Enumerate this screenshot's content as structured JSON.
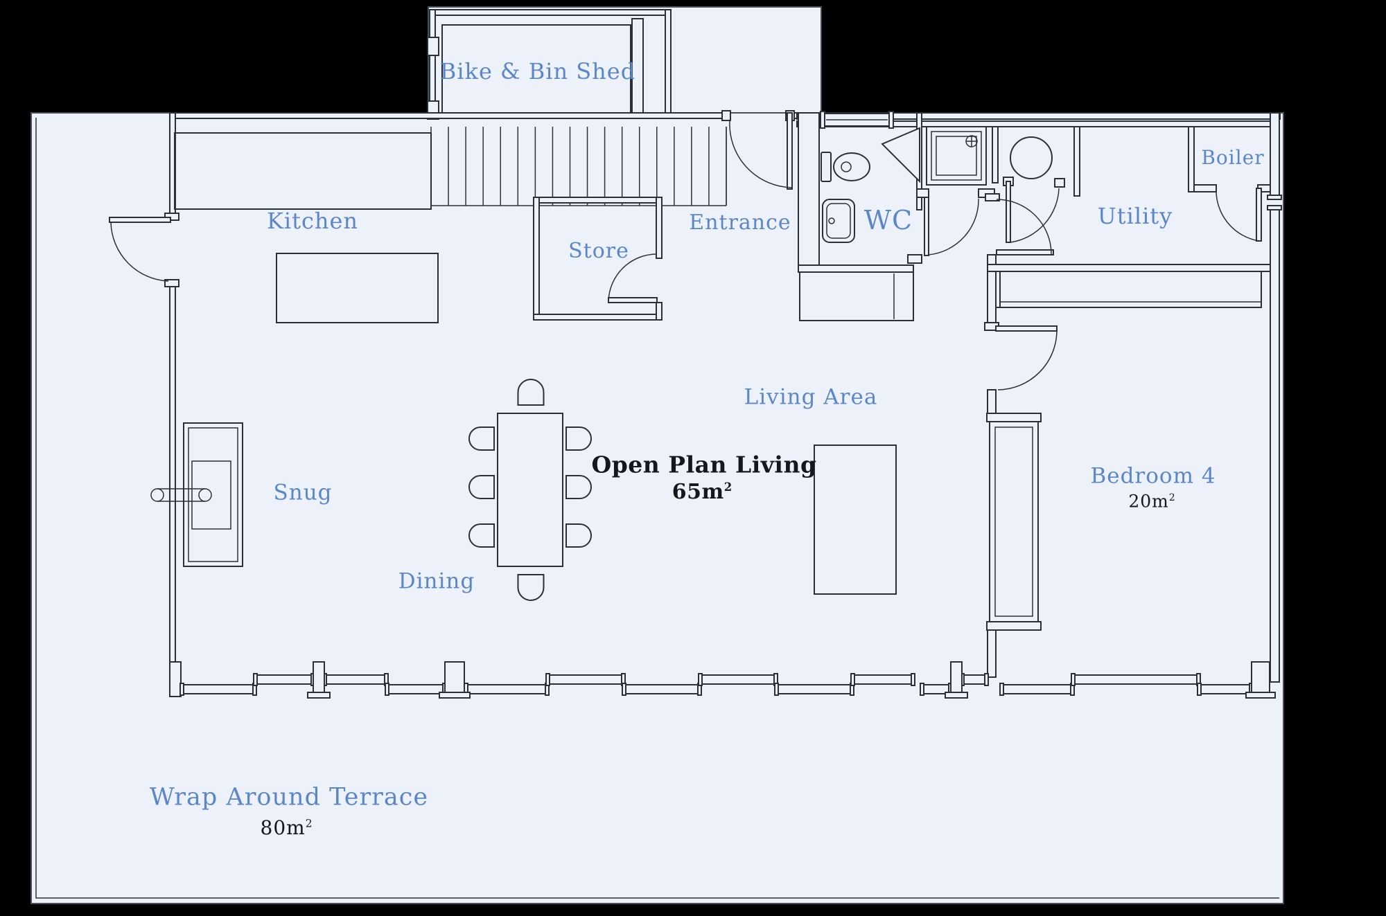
{
  "plan": {
    "colors": {
      "background": "#000000",
      "floor": "#edf1fa",
      "line": "#2b3036",
      "label_blue": "#5b87c8",
      "label_dark": "#14171c"
    },
    "labels": {
      "bike_shed": "Bike & Bin Shed",
      "kitchen": "Kitchen",
      "store": "Store",
      "entrance": "Entrance",
      "wc": "WC",
      "utility": "Utility",
      "boiler": "Boiler",
      "snug": "Snug",
      "dining": "Dining",
      "living_area": "Living Area",
      "bedroom4": "Bedroom 4",
      "bedroom4_area": {
        "value": "20m",
        "sup": "2"
      },
      "open_plan": "Open Plan Living",
      "open_plan_area": {
        "value": "65m",
        "sup": "2"
      },
      "terrace": "Wrap Around Terrace",
      "terrace_area": {
        "value": "80m",
        "sup": "2"
      }
    }
  }
}
